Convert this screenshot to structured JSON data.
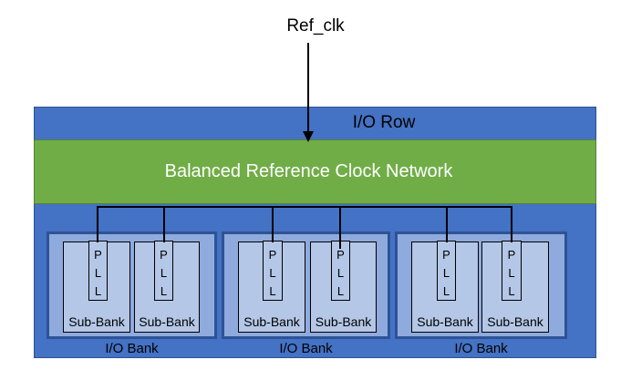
{
  "diagram": {
    "ref_clk_label": "Ref_clk",
    "io_row_label": "I/O Row",
    "clock_network_label": "Balanced Reference Clock Network"
  },
  "banks": [
    {
      "label": "I/O Bank",
      "sub_banks": [
        {
          "label": "Sub-Bank",
          "pll": "PLL"
        },
        {
          "label": "Sub-Bank",
          "pll": "PLL"
        }
      ]
    },
    {
      "label": "I/O Bank",
      "sub_banks": [
        {
          "label": "Sub-Bank",
          "pll": "PLL"
        },
        {
          "label": "Sub-Bank",
          "pll": "PLL"
        }
      ]
    },
    {
      "label": "I/O Bank",
      "sub_banks": [
        {
          "label": "Sub-Bank",
          "pll": "PLL"
        },
        {
          "label": "Sub-Bank",
          "pll": "PLL"
        }
      ]
    }
  ],
  "colors": {
    "row_fill": "#4472C4",
    "row_border": "#2F528F",
    "network_fill": "#70AD47",
    "network_border": "#548235",
    "bank_fill": "#8FAADC",
    "bank_border": "#2E5395",
    "sub_bank_fill": "#B4C7E7",
    "box_border": "#000000",
    "network_text": "#FFFFFF",
    "text": "#000000"
  }
}
